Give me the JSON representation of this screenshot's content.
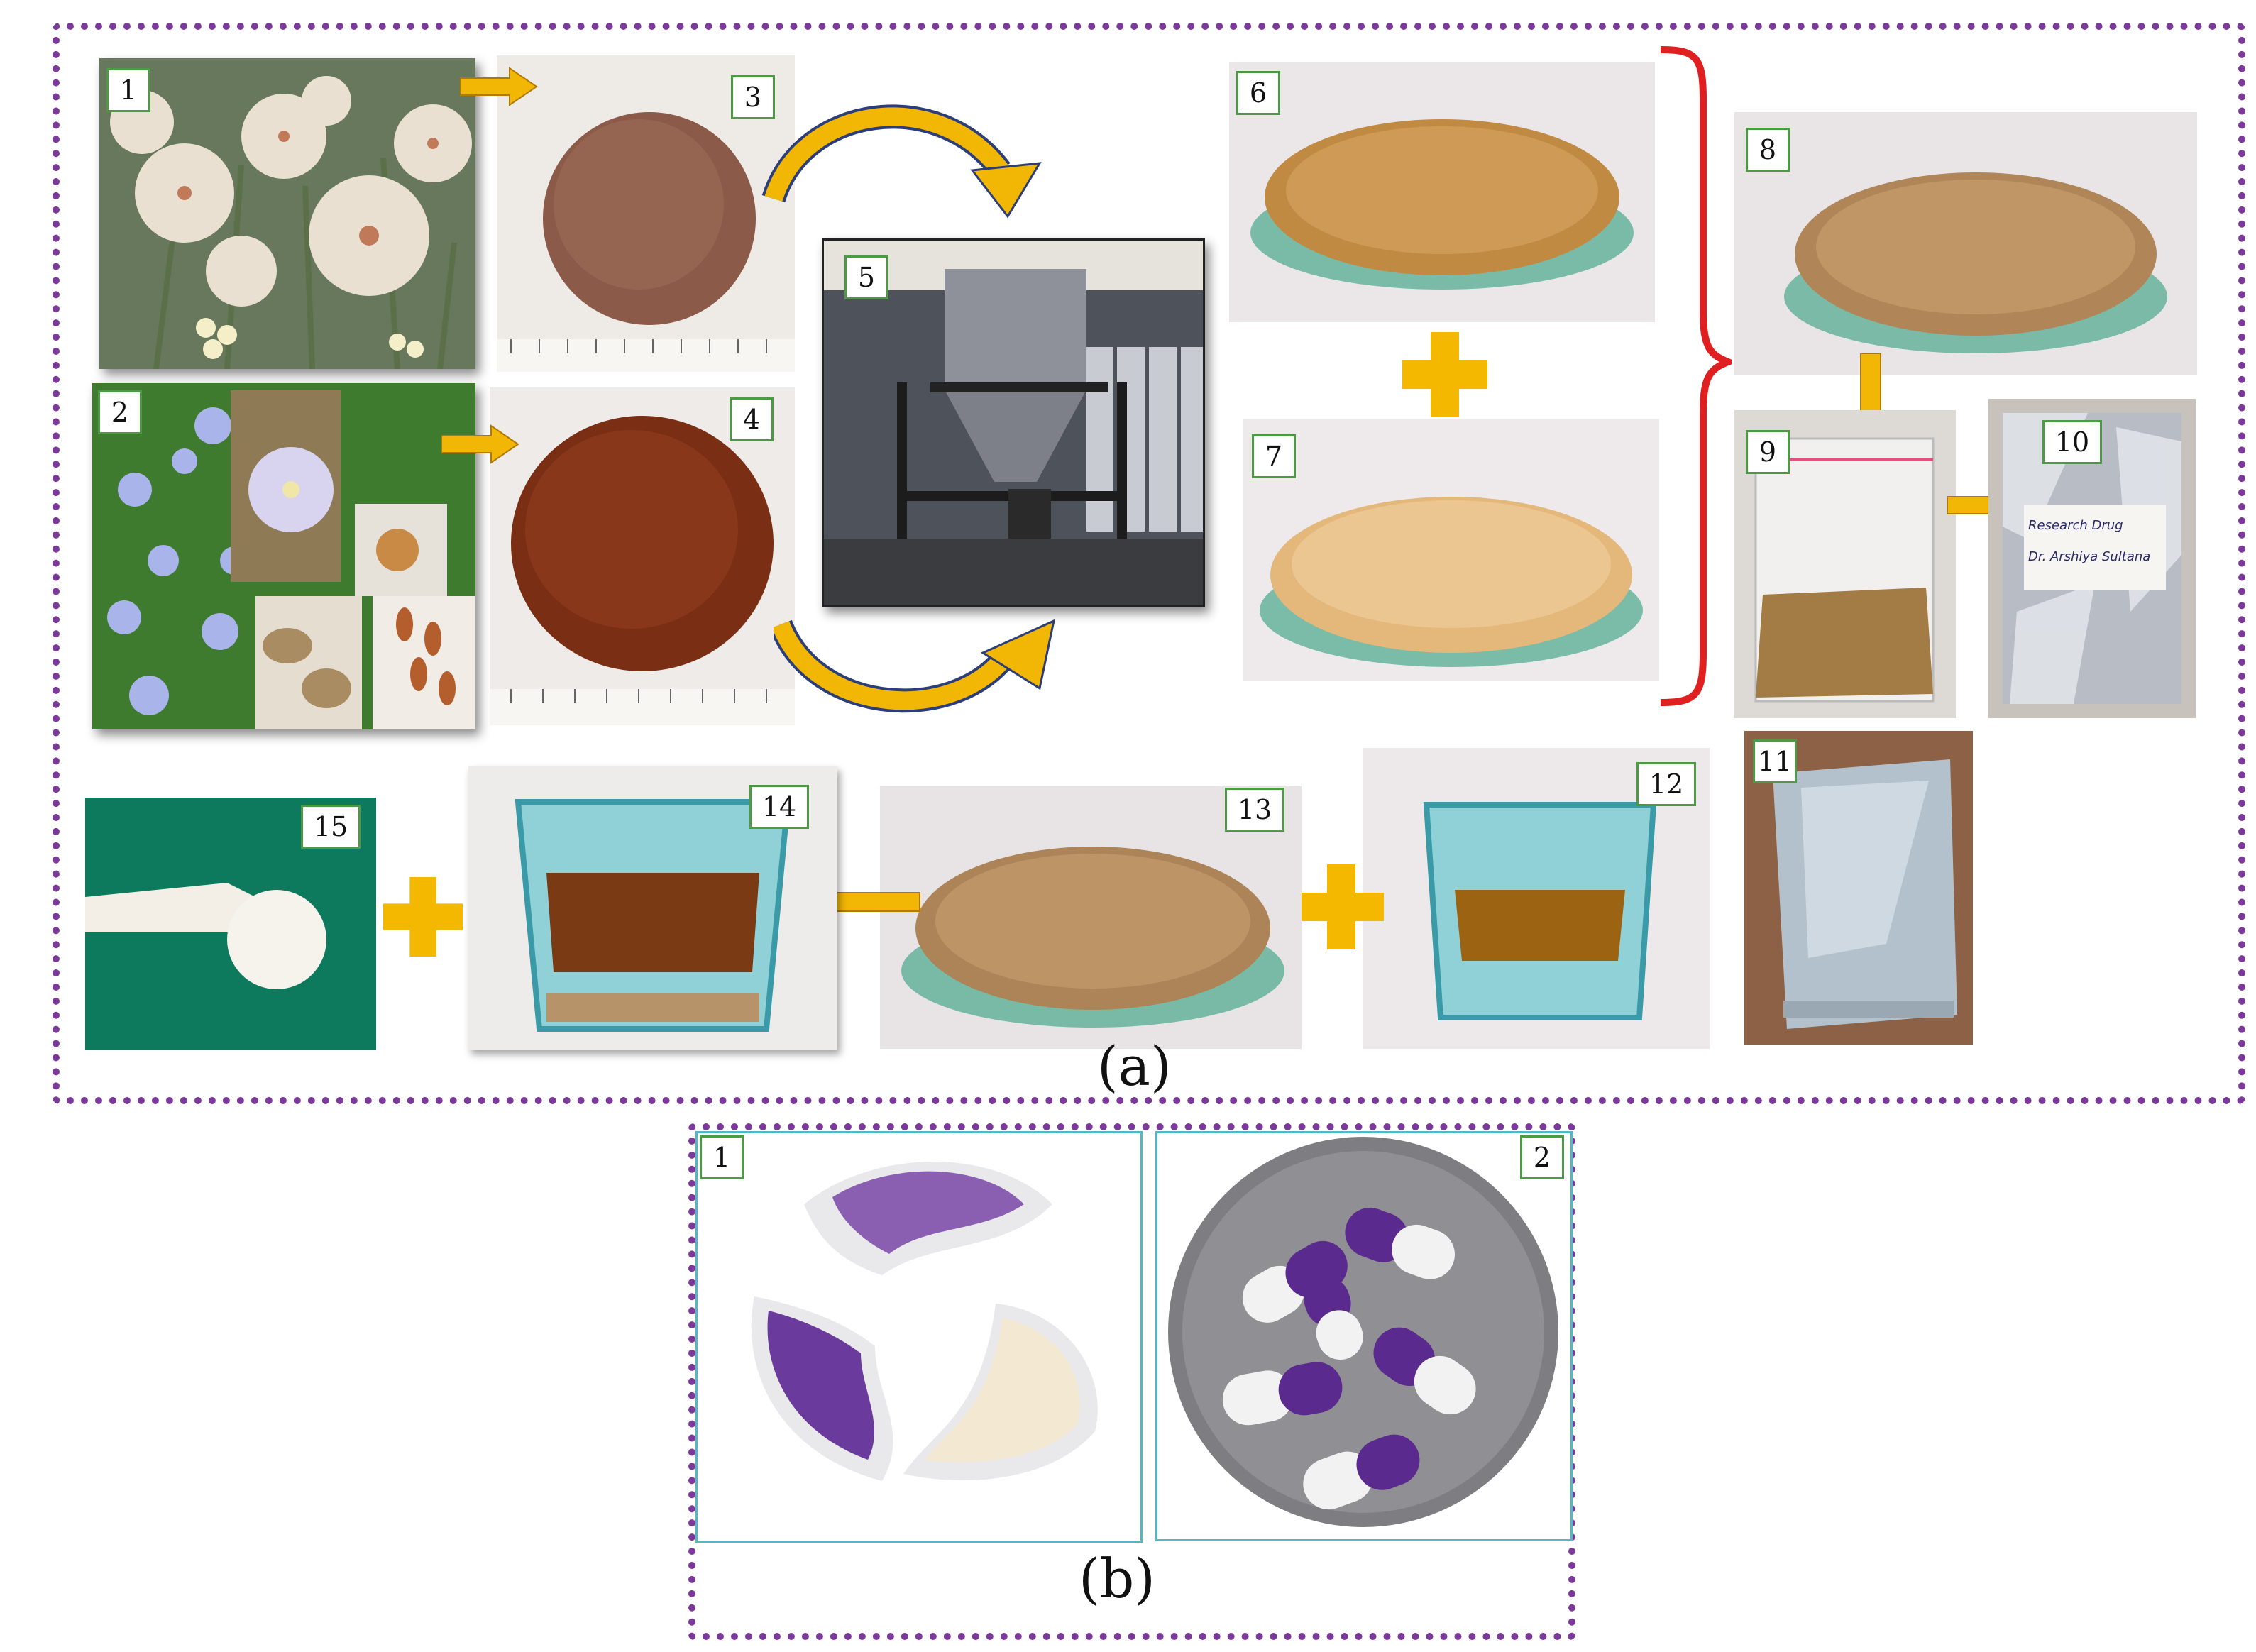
{
  "part_a": {
    "label": "(a)",
    "panels": [
      {
        "number": "1"
      },
      {
        "number": "2"
      },
      {
        "number": "3"
      },
      {
        "number": "4"
      },
      {
        "number": "5"
      },
      {
        "number": "6"
      },
      {
        "number": "7"
      },
      {
        "number": "8"
      },
      {
        "number": "9"
      },
      {
        "number": "10"
      },
      {
        "number": "11"
      },
      {
        "number": "12"
      },
      {
        "number": "13"
      },
      {
        "number": "14"
      },
      {
        "number": "15"
      }
    ],
    "bag_note_line1": "Research Drug",
    "bag_note_line2": "Dr. Arshiya Sultana"
  },
  "part_b": {
    "label": "(b)",
    "panels": [
      {
        "number": "1"
      },
      {
        "number": "2"
      }
    ]
  },
  "colors": {
    "frame": "#7b3a9a",
    "arrow": "#f2b705",
    "brace": "#e02020",
    "number_border": "#4d9a44",
    "capsule_purple": "#5b2a8e"
  }
}
